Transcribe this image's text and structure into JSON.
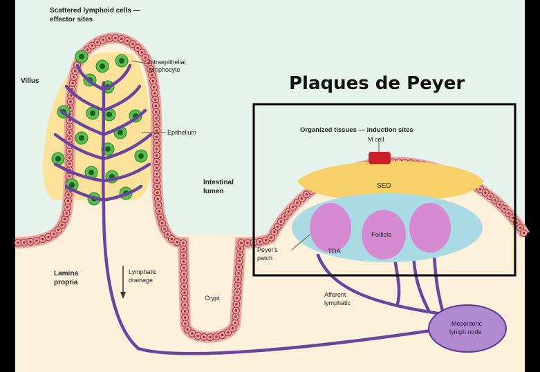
{
  "title": "Plaques de Peyer",
  "labels": {
    "scattered_line1": "Scattered lymphoid cells —",
    "scattered_line2": "effector sites",
    "villus": "Villus",
    "intraepithelial_line1": "Intraepithelial",
    "intraepithelial_line2": "lymphocyte",
    "epithelium": "Epithelium",
    "intestinal_line1": "Intestinal",
    "intestinal_line2": "lumen",
    "lamina_line1": "Lamina",
    "lamina_line2": "propria",
    "lymphatic_line1": "Lymphatic",
    "lymphatic_line2": "drainage",
    "crypt": "Crypt",
    "organized": "Organized tissues — induction sites",
    "m_cell": "M cell",
    "sed": "SED",
    "follicle": "Follicle",
    "tda": "TDA",
    "peyers_line1": "Peyer's",
    "peyers_line2": "patch",
    "afferent_line1": "Afferent",
    "afferent_line2": "lymphatic",
    "mesenteric_line1": "Mesenteric",
    "mesenteric_line2": "lymph node"
  },
  "colors": {
    "lumen_bg": "#e6f2ec",
    "lamina_bg": "#fbf1da",
    "epithelium_cell": "#e8a6a0",
    "epithelium_nucleus": "#a0303c",
    "villus_core": "#fbe29a",
    "lymphocyte": "#5bbf4e",
    "lymphatic": "#6a45a0",
    "sed": "#f7d06a",
    "dome": "#aadbe5",
    "follicle": "#d58ad2",
    "m_cell": "#cc1f2a",
    "lymph_node": "#b08ad0",
    "highlight_box": "#000000"
  }
}
